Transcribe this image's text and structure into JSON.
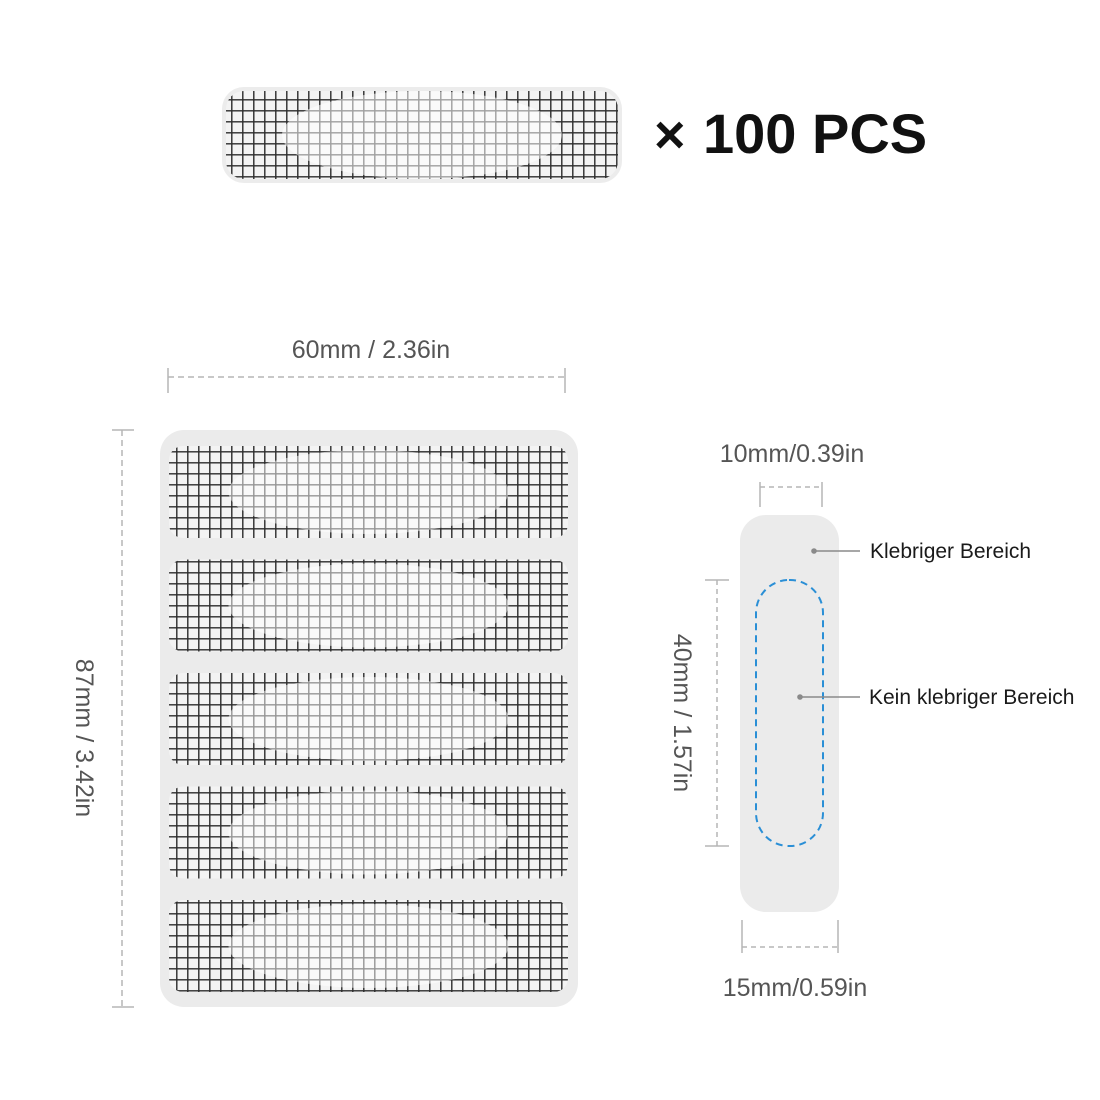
{
  "quantity": {
    "multiplier": "×",
    "label": "100 PCS"
  },
  "sheet": {
    "width_label": "60mm / 2.36in",
    "height_label": "87mm / 3.42in",
    "patch_count": 5
  },
  "single_patch": {
    "inner_width_label": "10mm/0.39in",
    "outer_width_label": "15mm/0.59in",
    "inner_length_label": "40mm / 1.57in",
    "callouts": {
      "sticky": "Klebriger Bereich",
      "non_sticky": "Kein klebriger Bereich"
    }
  },
  "colors": {
    "sheet_backing": "#ebebeb",
    "mesh_line": "#2b2b2b",
    "dimension_line": "#b5b5b5",
    "non_sticky_outline": "#2a8fd6"
  }
}
